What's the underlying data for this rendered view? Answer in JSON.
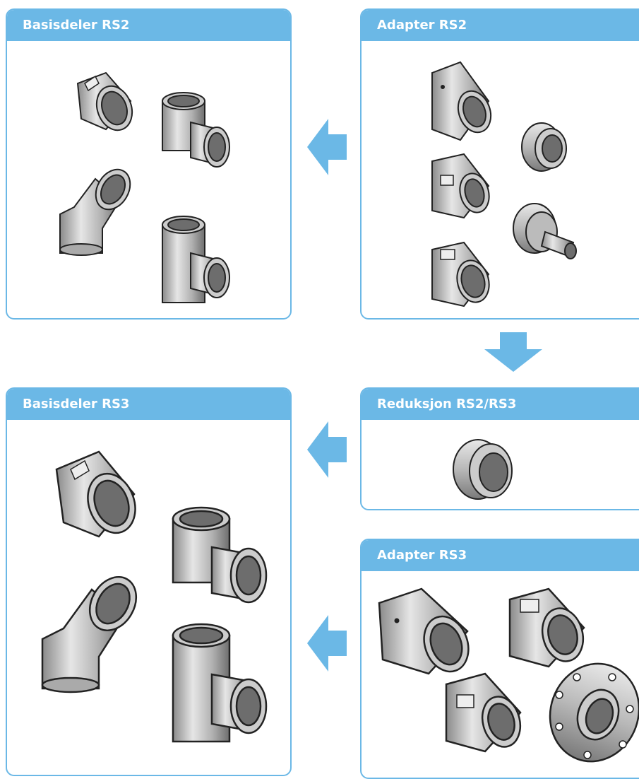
{
  "panels": {
    "basisdeler_rs2": {
      "title": "Basisdeler RS2"
    },
    "adapter_rs2": {
      "title": "Adapter RS2"
    },
    "basisdeler_rs3": {
      "title": "Basisdeler RS3"
    },
    "reduksjon": {
      "title": "Reduksjon RS2/RS3"
    },
    "adapter_rs3": {
      "title": "Adapter RS3"
    }
  },
  "colors": {
    "accent": "#6bb8e6",
    "metal_light": "#d8d8d8",
    "metal_mid": "#a8a8a8",
    "metal_dark": "#5a5a5a",
    "outline": "#222222"
  },
  "fittings": {
    "basisdeler_rs2": [
      "coupling-icon",
      "elbow-90-icon",
      "elbow-45-icon",
      "tee-icon"
    ],
    "adapter_rs2": [
      "long-adapter-icon",
      "small-female-adapter-icon",
      "male-thread-adapter-icon",
      "barbed-adapter-icon",
      "female-thread-adapter-icon"
    ],
    "reduksjon": [
      "reducer-icon"
    ],
    "basisdeler_rs3": [
      "coupling-icon",
      "elbow-90-icon",
      "elbow-45-icon",
      "tee-icon"
    ],
    "adapter_rs3": [
      "long-adapter-icon",
      "female-thread-adapter-icon",
      "male-thread-adapter-icon",
      "flange-adapter-icon"
    ]
  }
}
